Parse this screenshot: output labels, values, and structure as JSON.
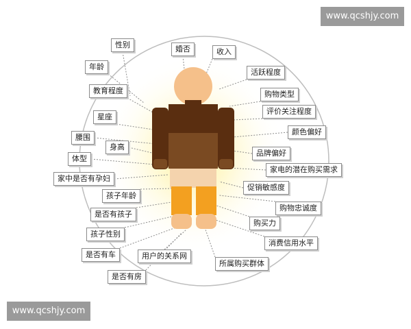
{
  "watermark": {
    "top_text": "www.qcshjy.com",
    "bottom_text": "www.qcshjy.com"
  },
  "colors": {
    "head": "#f5c08a",
    "shirt_top": "#5a2e10",
    "shirt_bottom": "#7a4a22",
    "shorts": "#f4d3ad",
    "legs_mid": "#f3a020",
    "feet": "#f5c08a",
    "glow": "#fff2a8",
    "circle_stroke": "#bdbdbd",
    "connector": "#8c8c8c",
    "label_border": "#8a8a8a"
  },
  "attributes": {
    "gender": "性别",
    "marital_status": "婚否",
    "income": "收入",
    "age": "年龄",
    "activity_level": "活跃程度",
    "education": "教育程度",
    "purchase_type": "购物类型",
    "review_attention": "评价关注程度",
    "zodiac": "星座",
    "color_preference": "颜色偏好",
    "waist": "腰围",
    "height": "身高",
    "brand_preference": "品牌偏好",
    "body_type": "体型",
    "appliance_needs": "家电的潜在购买需求",
    "pregnant_member": "家中是否有孕妇",
    "promo_sensitivity": "促销敏感度",
    "child_age": "孩子年龄",
    "shopping_loyalty": "购物忠诚度",
    "has_child": "是否有孩子",
    "purchasing_power": "购买力",
    "child_gender": "孩子性别",
    "credit_level": "消费信用水平",
    "has_car": "是否有车",
    "user_relations": "用户的关系网",
    "purchase_group": "所属购买群体",
    "has_house": "是否有房"
  }
}
